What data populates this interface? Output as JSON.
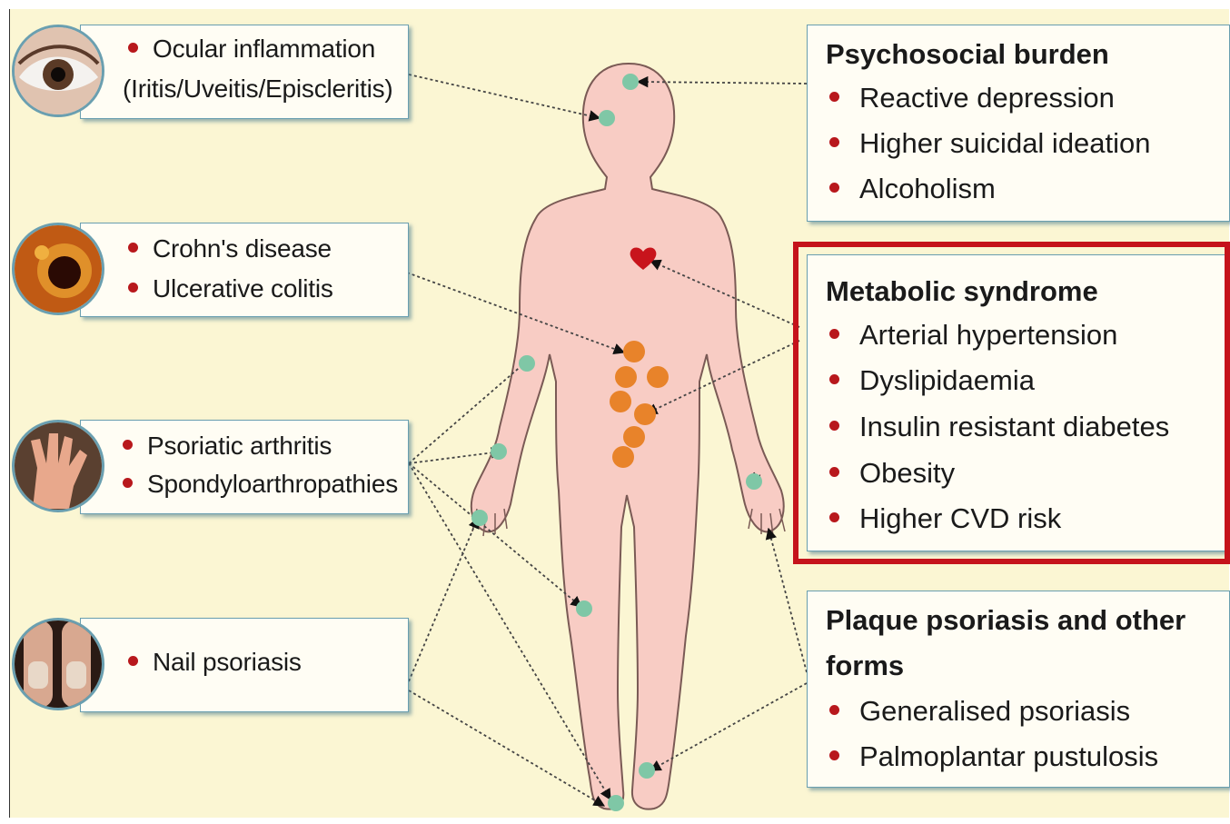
{
  "left_boxes": [
    {
      "items": [
        "Ocular inflammation",
        "(Iritis/Uveitis/Episcleritis)"
      ],
      "bullets": [
        true,
        false
      ],
      "icon": "eye-icon"
    },
    {
      "items": [
        "Crohn's disease",
        "Ulcerative colitis"
      ],
      "bullets": [
        true,
        true
      ],
      "icon": "intestine-icon"
    },
    {
      "items": [
        "Psoriatic arthritis",
        "Spondyloarthropathies"
      ],
      "bullets": [
        true,
        true
      ],
      "icon": "hand-icon"
    },
    {
      "items": [
        "Nail psoriasis"
      ],
      "bullets": [
        true
      ],
      "icon": "nail-icon"
    }
  ],
  "right_boxes": [
    {
      "title": "Psychosocial burden",
      "items": [
        "Reactive depression",
        "Higher suicidal ideation",
        "Alcoholism"
      ]
    },
    {
      "title": "Metabolic syndrome",
      "items": [
        "Arterial hypertension",
        "Dyslipidaemia",
        "Insulin resistant diabetes",
        "Obesity",
        "Higher CVD risk"
      ],
      "highlighted": true
    },
    {
      "title_lines": [
        "Plaque psoriasis and other",
        "forms"
      ],
      "items": [
        "Generalised psoriasis",
        "Palmoplantar pustulosis"
      ]
    }
  ],
  "colors": {
    "background": "#fbf6d3",
    "body": "#f8ccc4",
    "marker": "#7fc7a6",
    "organ": "#e8832a",
    "heart": "#c8141c",
    "bullet": "#b8181c",
    "highlight_border": "#c5131b"
  }
}
